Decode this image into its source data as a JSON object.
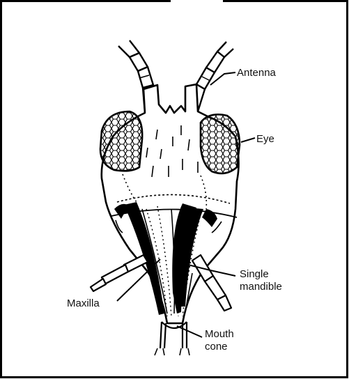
{
  "figure": {
    "labels": {
      "antenna": "Antenna",
      "eye": "Eye",
      "single_mandible_line1": "Single",
      "single_mandible_line2": "mandible",
      "maxilla": "Maxilla",
      "mouth_cone_line1": "Mouth",
      "mouth_cone_line2": "cone"
    }
  }
}
